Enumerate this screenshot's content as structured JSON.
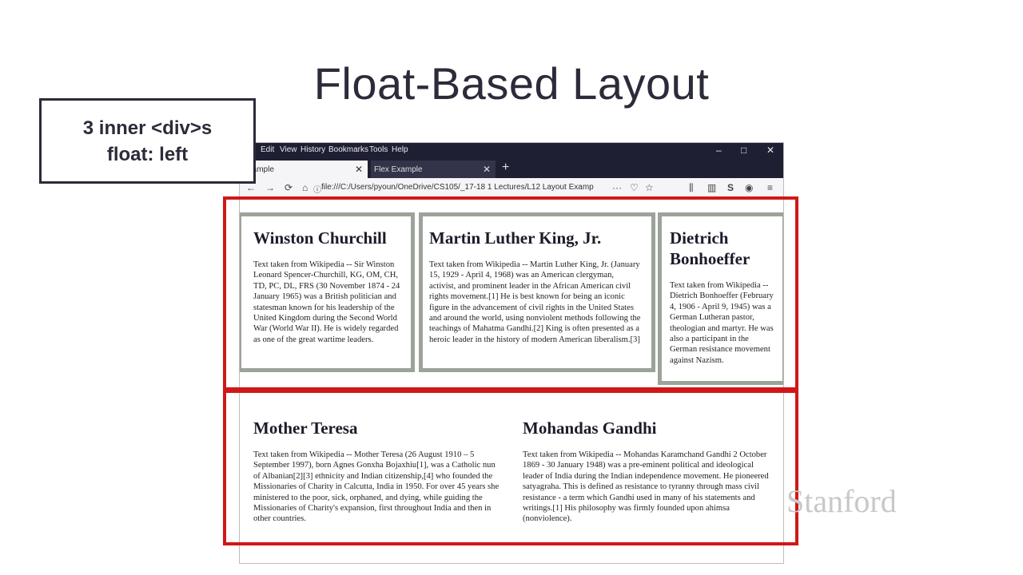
{
  "slide": {
    "title": "Float-Based Layout",
    "callout_line1": "3 inner <div>s",
    "callout_line2": "float: left",
    "watermark": "Stanford"
  },
  "browser": {
    "menu": [
      "Edit",
      "View",
      "History",
      "Bookmarks",
      "Tools",
      "Help"
    ],
    "window_controls": {
      "minimize": "–",
      "maximize": "□",
      "close": "✕"
    },
    "tabs": [
      {
        "label": "Example",
        "close": "✕",
        "active": true
      },
      {
        "label": "Flex Example",
        "close": "✕",
        "active": false
      }
    ],
    "new_tab": "+",
    "url": "file:///C:/Users/pyoun/OneDrive/CS105/_17-18 1 Lectures/L12 Layout Examp",
    "nav_icons": {
      "back": "←",
      "forward": "→",
      "reload": "⟳",
      "home": "⌂",
      "info": "ⓘ",
      "more": "···",
      "pocket": "♡",
      "bookmark": "☆",
      "library": "⫼",
      "sidebar": "▥",
      "sync": "S",
      "account": "◉",
      "menu": "≡"
    }
  },
  "people_row1": [
    {
      "name": "Winston Churchill",
      "text": "Text taken from Wikipedia -- Sir Winston Leonard Spencer-Churchill, KG, OM, CH, TD, PC, DL, FRS (30 November 1874 - 24 January 1965) was a British politician and statesman known for his leadership of the United Kingdom during the Second World War (World War II). He is widely regarded as one of the great wartime leaders."
    },
    {
      "name": "Martin Luther King, Jr.",
      "text": "Text taken from Wikipedia -- Martin Luther King, Jr. (January 15, 1929 - April 4, 1968) was an American clergyman, activist, and prominent leader in the African American civil rights movement.[1] He is best known for being an iconic figure in the advancement of civil rights in the United States and around the world, using nonviolent methods following the teachings of Mahatma Gandhi.[2] King is often presented as a heroic leader in the history of modern American liberalism.[3]"
    },
    {
      "name": "Dietrich Bonhoeffer",
      "text": "Text taken from Wikipedia -- Dietrich Bonhoeffer (February 4, 1906 - April 9, 1945) was a German Lutheran pastor, theologian and martyr. He was also a participant in the German resistance movement against Nazism."
    }
  ],
  "people_row2": [
    {
      "name": "Mother Teresa",
      "text": "Text taken from Wikipedia -- Mother Teresa (26 August 1910 – 5 September 1997), born Agnes Gonxha Bojaxhiu[1], was a Catholic nun of Albanian[2][3] ethnicity and Indian citizenship,[4] who founded the Missionaries of Charity in Calcutta, India in 1950. For over 45 years she ministered to the poor, sick, orphaned, and dying, while guiding the Missionaries of Charity's expansion, first throughout India and then in other countries."
    },
    {
      "name": "Mohandas Gandhi",
      "text": "Text taken from Wikipedia -- Mohandas Karamchand Gandhi 2 October 1869 - 30 January 1948) was a pre-eminent political and ideological leader of India during the Indian independence movement. He pioneered satyagraha. This is defined as resistance to tyranny through mass civil resistance - a term which Gandhi used in many of his statements and writings.[1] His philosophy was firmly founded upon ahimsa (nonviolence)."
    }
  ],
  "colors": {
    "highlight_border": "#d01818",
    "div_border": "#9ca39a",
    "browser_chrome": "#1f1f33"
  }
}
